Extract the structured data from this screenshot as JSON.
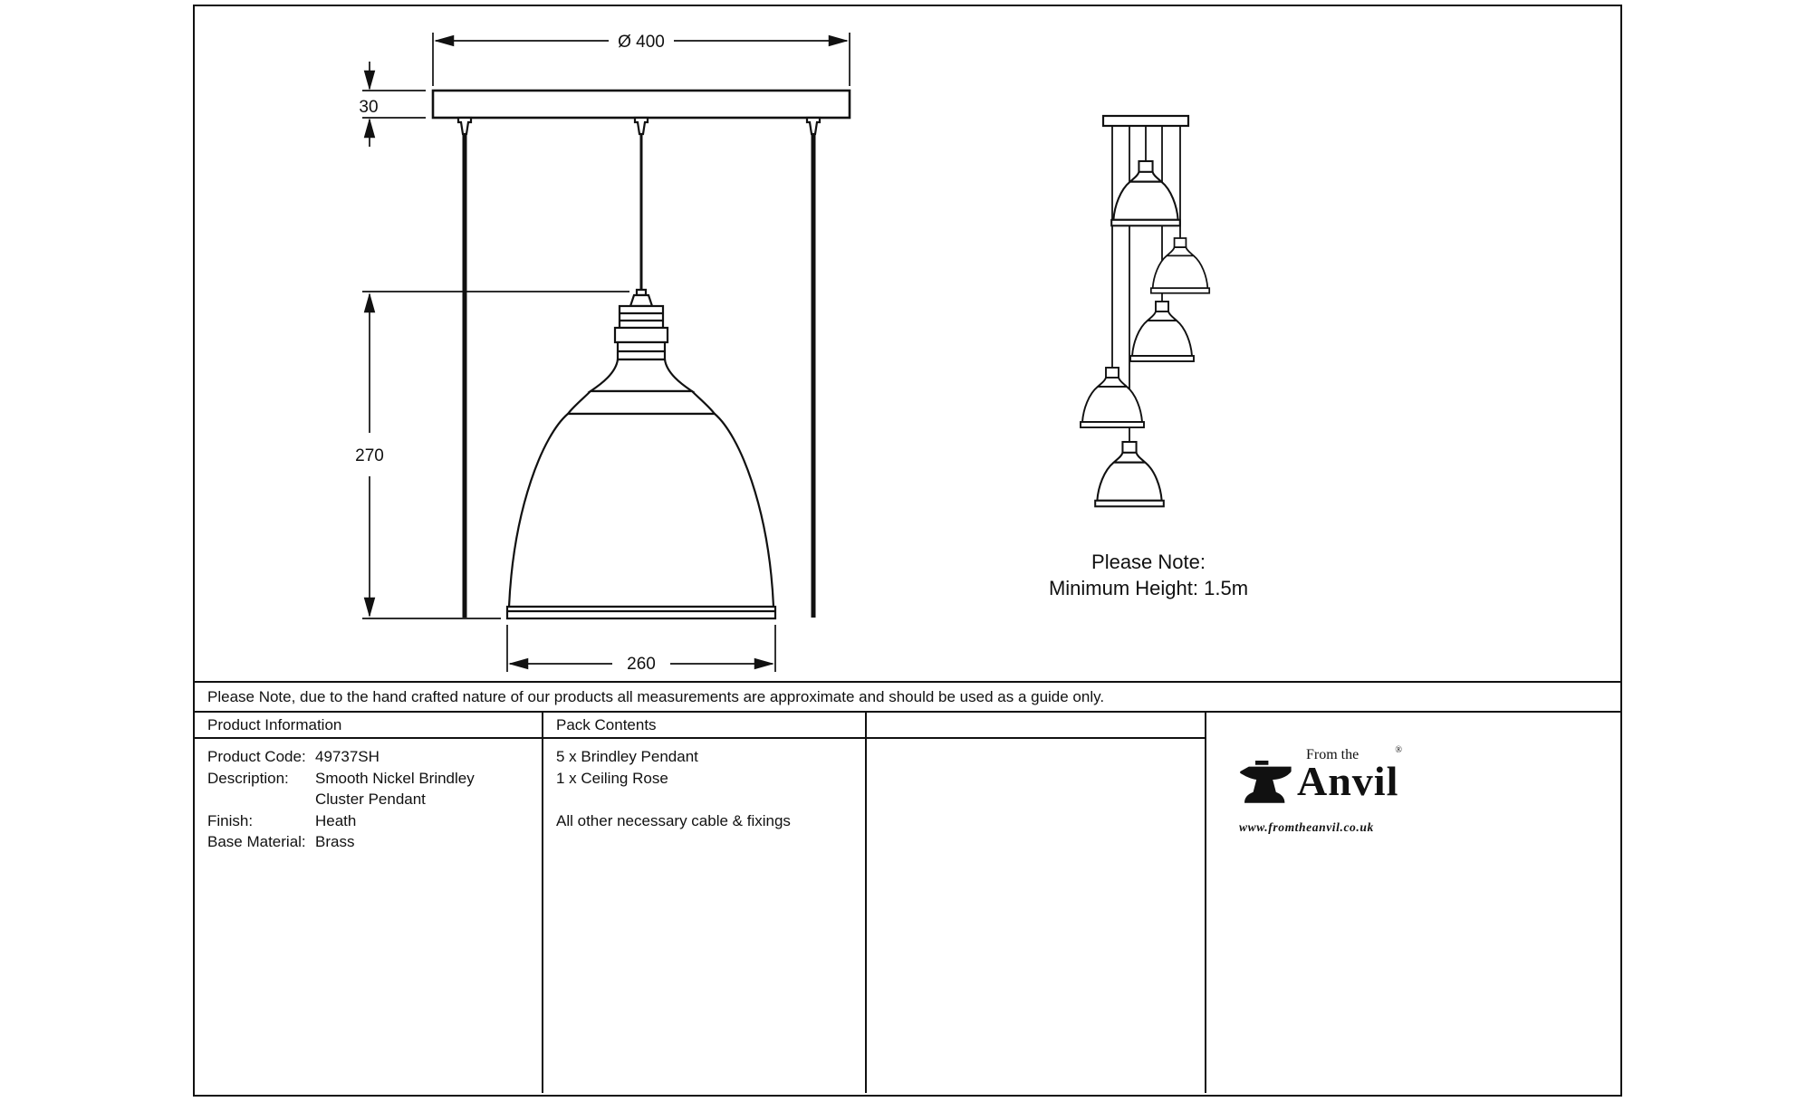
{
  "colors": {
    "ink": "#111111",
    "background": "#ffffff"
  },
  "drawing": {
    "dim_diameter": "Ø 400",
    "dim_plate_thickness": "30",
    "dim_pendant_height": "270",
    "dim_shade_diameter": "260",
    "note_line1": "Please Note:",
    "note_line2": "Minimum Height: 1.5m"
  },
  "disclaimer": "Please Note, due to the hand crafted nature of our products all measurements are approximate and should be used as a guide only.",
  "table": {
    "headers": {
      "product_info": "Product Information",
      "pack_contents": "Pack Contents"
    },
    "product_info_rows": [
      {
        "label": "Product Code:",
        "value": "49737SH"
      },
      {
        "label": "Description:",
        "value": "Smooth Nickel Brindley"
      },
      {
        "label": "",
        "value": "Cluster Pendant"
      },
      {
        "label": "Finish:",
        "value": "Heath"
      },
      {
        "label": "Base Material:",
        "value": "Brass"
      }
    ],
    "pack_contents_lines": [
      "5 x Brindley Pendant",
      "1 x Ceiling Rose",
      "",
      "All other necessary cable & fixings"
    ]
  },
  "logo": {
    "tagline": "From the",
    "name": "Anvil",
    "registered_mark": "®",
    "website": "www.fromtheanvil.co.uk"
  }
}
